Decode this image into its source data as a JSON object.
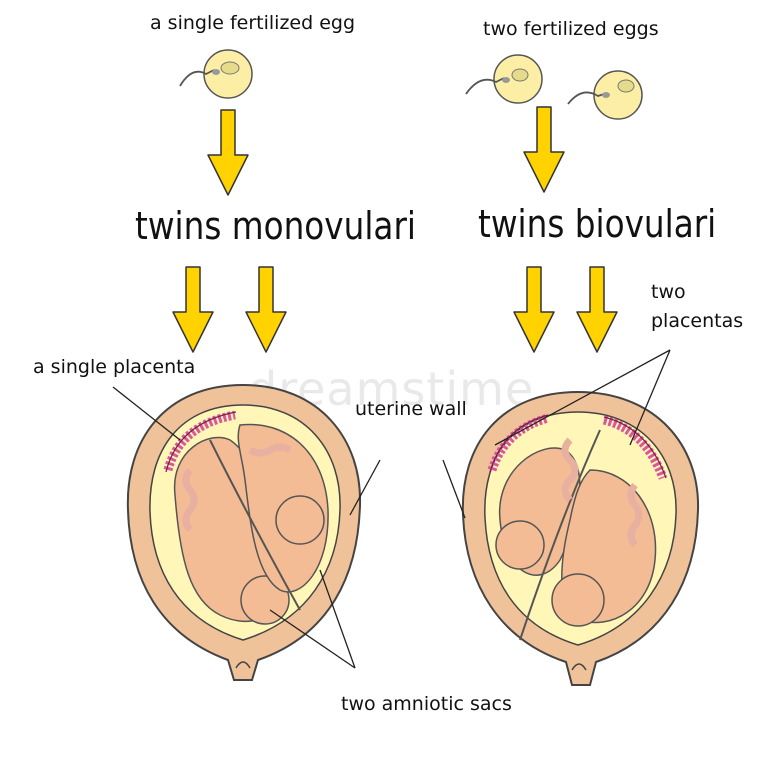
{
  "labels": {
    "single_egg": "a single fertilized egg",
    "two_eggs": "two fertilized eggs",
    "mono_title": "twins monovulari",
    "bi_title": "twins biovulari",
    "single_placenta": "a single placenta",
    "two_placentas_line1": "two",
    "two_placentas_line2": "placentas",
    "uterine_wall": "uterine wall",
    "amniotic_sacs": "two amniotic sacs",
    "watermark": "dreamstime"
  },
  "colors": {
    "arrow": "#FFD200",
    "egg": "#FCEFA5",
    "uterus": "#EFC29A",
    "uterine_inner": "#FFF6B8",
    "fetus": "#F3BC94",
    "placenta": "#D9579A",
    "outline": "#333333"
  }
}
